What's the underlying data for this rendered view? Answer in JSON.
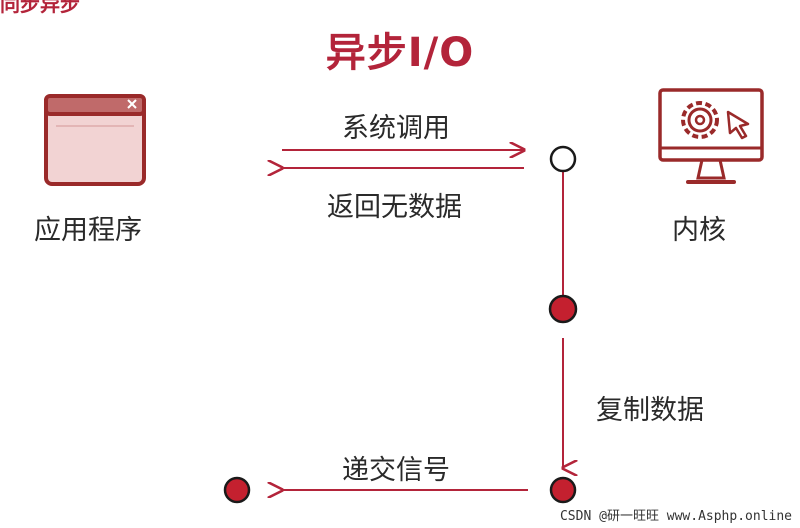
{
  "title": "异步I/O",
  "top_fragment": "同步异步",
  "nodes": {
    "app": "应用程序",
    "kernel": "内核"
  },
  "edges": {
    "syscall": "系统调用",
    "return_no_data": "返回无数据",
    "copy_data": "复制数据",
    "signal": "递交信号"
  },
  "watermark": "CSDN @研一旺旺 www.Asphp.online",
  "colors": {
    "accent": "#b3243a",
    "app_fill": "#f2d3d3",
    "app_stroke": "#9a2a2a",
    "line": "#b3243a"
  },
  "icons": {
    "app": "app-window-icon",
    "kernel": "monitor-gear-icon"
  }
}
